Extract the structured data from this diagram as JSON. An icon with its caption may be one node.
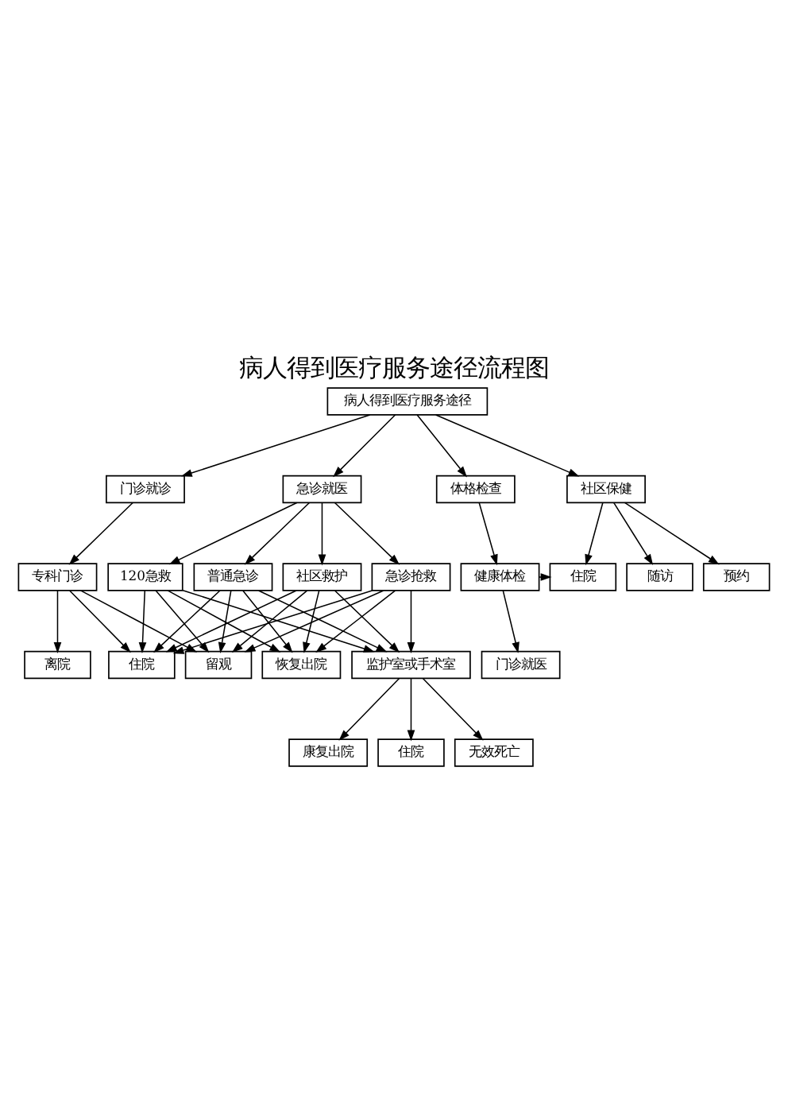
{
  "diagram": {
    "title": "病人得到医疗服务途径流程图",
    "nodes": [
      {
        "text": [
          "病人得到医疗服务途径"
        ]
      },
      {
        "text": [
          "门诊就诊"
        ]
      },
      {
        "text": [
          "急诊就医"
        ]
      },
      {
        "text": [
          "体格检查"
        ]
      },
      {
        "text": [
          "社区保健"
        ]
      },
      {
        "text": [
          "专科门诊"
        ]
      },
      {
        "text": [
          "120急救"
        ]
      },
      {
        "text": [
          "普通急诊"
        ]
      },
      {
        "text": [
          "社区救护"
        ]
      },
      {
        "text": [
          "急诊抢救"
        ]
      },
      {
        "text": [
          "健康体检"
        ]
      },
      {
        "text": [
          "随访"
        ]
      },
      {
        "text": [
          "预约"
        ]
      },
      {
        "text": [
          "住院"
        ]
      },
      {
        "text": [
          "离院"
        ]
      },
      {
        "text": [
          "住院"
        ]
      },
      {
        "text": [
          "留观"
        ]
      },
      {
        "text": [
          "恢复出院"
        ]
      },
      {
        "text": [
          "监护室或手术室"
        ]
      },
      {
        "text": [
          "康复出院"
        ]
      },
      {
        "text": [
          "住院"
        ]
      },
      {
        "text": [
          "无效死亡"
        ]
      },
      {
        "text": [
          "门诊就医"
        ]
      }
    ],
    "edges": [
      {
        "from": 0,
        "to": 1,
        "arrow": "to"
      },
      {
        "from": 0,
        "to": 2,
        "arrow": "to"
      },
      {
        "from": 0,
        "to": 3,
        "arrow": "to"
      },
      {
        "from": 0,
        "to": 4,
        "arrow": "to"
      },
      {
        "from": 1,
        "to": 5,
        "arrow": "to"
      },
      {
        "from": 2,
        "to": 6,
        "arrow": "to"
      },
      {
        "from": 2,
        "to": 7,
        "arrow": "to"
      },
      {
        "from": 2,
        "to": 8,
        "arrow": "to"
      },
      {
        "from": 2,
        "to": 9,
        "arrow": "to"
      },
      {
        "from": 3,
        "to": 10,
        "arrow": "to"
      },
      {
        "from": 4,
        "to": 11,
        "arrow": "to"
      },
      {
        "from": 4,
        "to": 12,
        "arrow": "to"
      },
      {
        "from": 4,
        "to": 13,
        "arrow": "to"
      },
      {
        "from": 5,
        "to": 14,
        "arrow": "to"
      },
      {
        "from": 5,
        "to": 15,
        "arrow": "to"
      },
      {
        "from": 5,
        "to": 16,
        "arrow": "to"
      },
      {
        "from": 6,
        "to": 17,
        "arrow": "to"
      },
      {
        "from": 7,
        "to": 17,
        "arrow": "to"
      },
      {
        "from": 8,
        "to": 17,
        "arrow": "to"
      },
      {
        "from": 9,
        "to": 17,
        "arrow": "to"
      },
      {
        "from": 6,
        "to": 18,
        "arrow": "to"
      },
      {
        "from": 7,
        "to": 18,
        "arrow": "to"
      },
      {
        "from": 8,
        "to": 18,
        "arrow": "to"
      },
      {
        "from": 9,
        "to": 18,
        "arrow": "to"
      },
      {
        "from": 6,
        "to": 15,
        "arrow": "to"
      },
      {
        "from": 7,
        "to": 15,
        "arrow": "to"
      },
      {
        "from": 8,
        "to": 15,
        "arrow": "to"
      },
      {
        "from": 9,
        "to": 15,
        "arrow": "to"
      },
      {
        "from": 6,
        "to": 16,
        "arrow": "to"
      },
      {
        "from": 7,
        "to": 16,
        "arrow": "to"
      },
      {
        "from": 8,
        "to": 16,
        "arrow": "to"
      },
      {
        "from": 9,
        "to": 16,
        "arrow": "to"
      },
      {
        "from": 10,
        "to": 22,
        "arrow": "to"
      },
      {
        "from": 10,
        "to": 13,
        "arrow": "to"
      },
      {
        "from": 18,
        "to": 19,
        "arrow": "to"
      },
      {
        "from": 18,
        "to": 20,
        "arrow": "to"
      },
      {
        "from": 18,
        "to": 21,
        "arrow": "to"
      }
    ]
  }
}
